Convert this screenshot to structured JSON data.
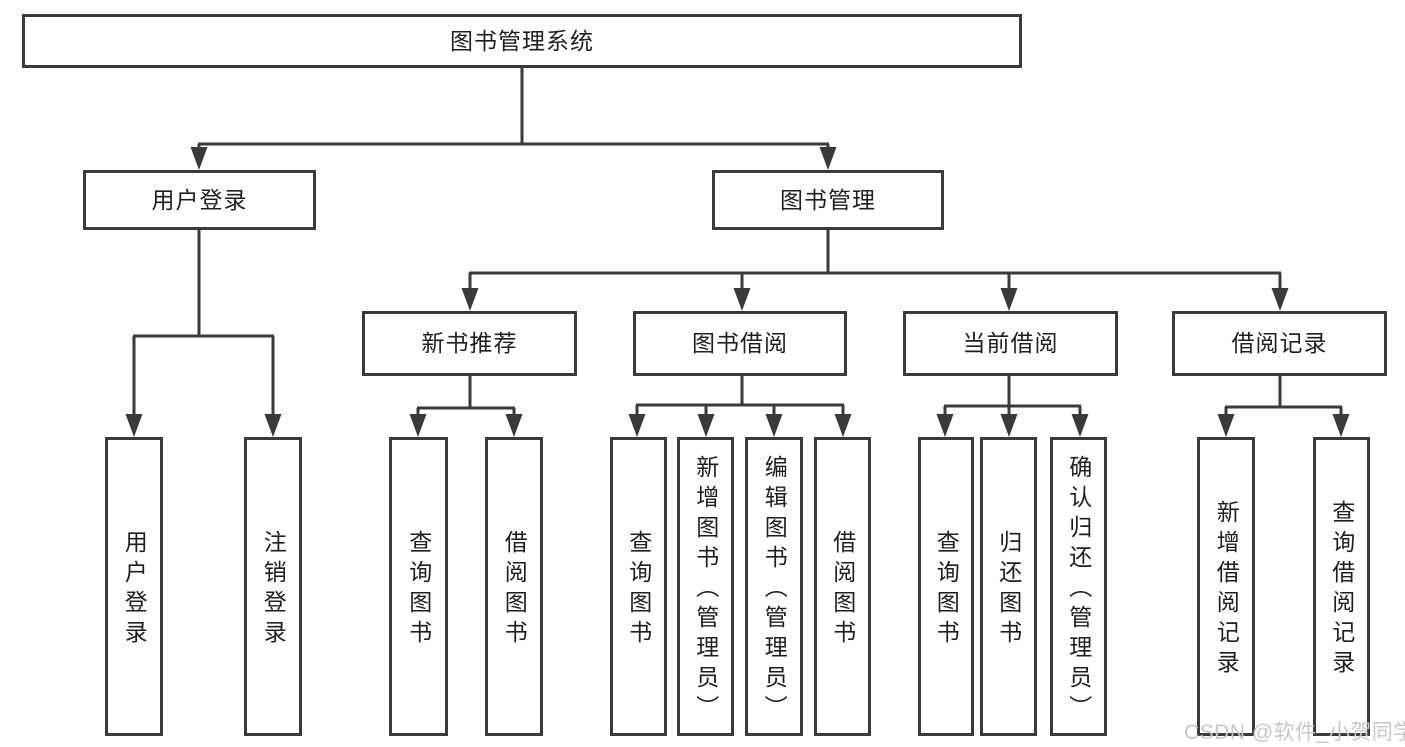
{
  "colors": {
    "line": "#3a3a3a",
    "box_border": "#3a3a3a",
    "box_fill": "#ffffff",
    "text": "#1f1f1f",
    "watermark": "#c7c7c7",
    "background": "#ffffff"
  },
  "nodes": [
    {
      "id": "root",
      "label": "图书管理系统"
    },
    {
      "id": "user-login",
      "label": "用户登录"
    },
    {
      "id": "book-management",
      "label": "图书管理"
    },
    {
      "id": "new-book-recommend",
      "label": "新书推荐"
    },
    {
      "id": "book-borrow",
      "label": "图书借阅"
    },
    {
      "id": "current-borrow",
      "label": "当前借阅"
    },
    {
      "id": "borrow-record",
      "label": "借阅记录"
    },
    {
      "id": "leaf-user-login",
      "label": "用户登录"
    },
    {
      "id": "leaf-logout",
      "label": "注销登录"
    },
    {
      "id": "leaf-query-book-1",
      "label": "查询图书"
    },
    {
      "id": "leaf-borrow-book-1",
      "label": "借阅图书"
    },
    {
      "id": "leaf-query-book-2",
      "label": "查询图书"
    },
    {
      "id": "leaf-add-book",
      "label": "新增图书（管理员）"
    },
    {
      "id": "leaf-edit-book",
      "label": "编辑图书（管理员）"
    },
    {
      "id": "leaf-borrow-book-2",
      "label": "借阅图书"
    },
    {
      "id": "leaf-query-book-3",
      "label": "查询图书"
    },
    {
      "id": "leaf-return-book",
      "label": "归还图书"
    },
    {
      "id": "leaf-confirm-return",
      "label": "确认归还（管理员）"
    },
    {
      "id": "leaf-add-borrow-record",
      "label": "新增借阅记录"
    },
    {
      "id": "leaf-query-borrow-record",
      "label": "查询借阅记录"
    }
  ],
  "hierarchy": {
    "图书管理系统": {
      "用户登录": [
        "用户登录",
        "注销登录"
      ],
      "图书管理": {
        "新书推荐": [
          "查询图书",
          "借阅图书"
        ],
        "图书借阅": [
          "查询图书",
          "新增图书（管理员）",
          "编辑图书（管理员）",
          "借阅图书"
        ],
        "当前借阅": [
          "查询图书",
          "归还图书",
          "确认归还（管理员）"
        ],
        "借阅记录": [
          "新增借阅记录",
          "查询借阅记录"
        ]
      }
    }
  },
  "watermark": {
    "text": "CSDN @软件_小贺同学"
  }
}
